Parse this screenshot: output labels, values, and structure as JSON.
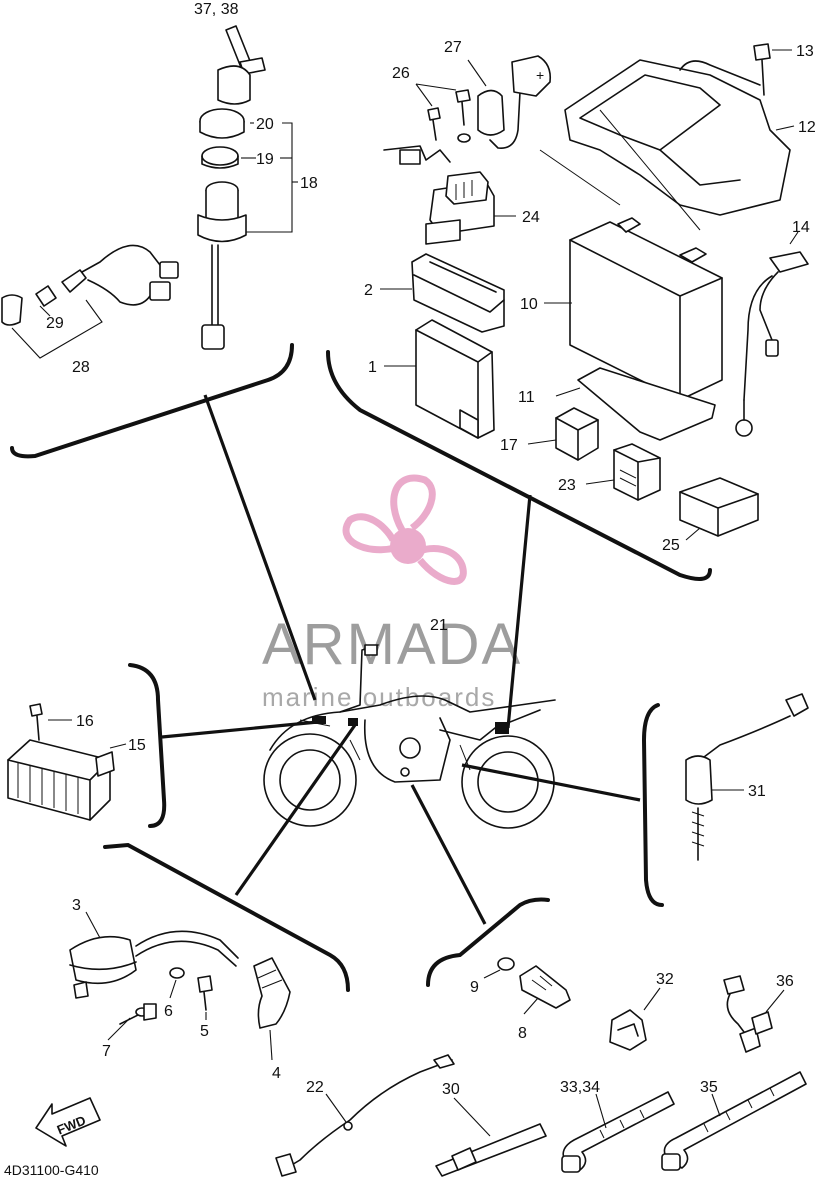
{
  "labels": {
    "p37_38": "37, 38",
    "p20": "20",
    "p19": "19",
    "p18": "18",
    "p29": "29",
    "p28": "28",
    "p27": "27",
    "p26": "26",
    "p13": "13",
    "p12": "12",
    "p24": "24",
    "p14": "14",
    "p2": "2",
    "p10": "10",
    "p1": "1",
    "p11": "11",
    "p17": "17",
    "p23": "23",
    "p25": "25",
    "p21": "21",
    "p16": "16",
    "p15": "15",
    "p31": "31",
    "p3": "3",
    "p6": "6",
    "p5": "5",
    "p7": "7",
    "p4": "4",
    "p9": "9",
    "p8": "8",
    "p32": "32",
    "p36": "36",
    "p22": "22",
    "p30": "30",
    "p33_34": "33,34",
    "p35": "35"
  },
  "fwd_label": "FWD",
  "diagram_code": "4D31100-G410",
  "watermark": {
    "brand": "ARMADA",
    "tagline": "marine outboards",
    "color": "#e8a3c6"
  }
}
